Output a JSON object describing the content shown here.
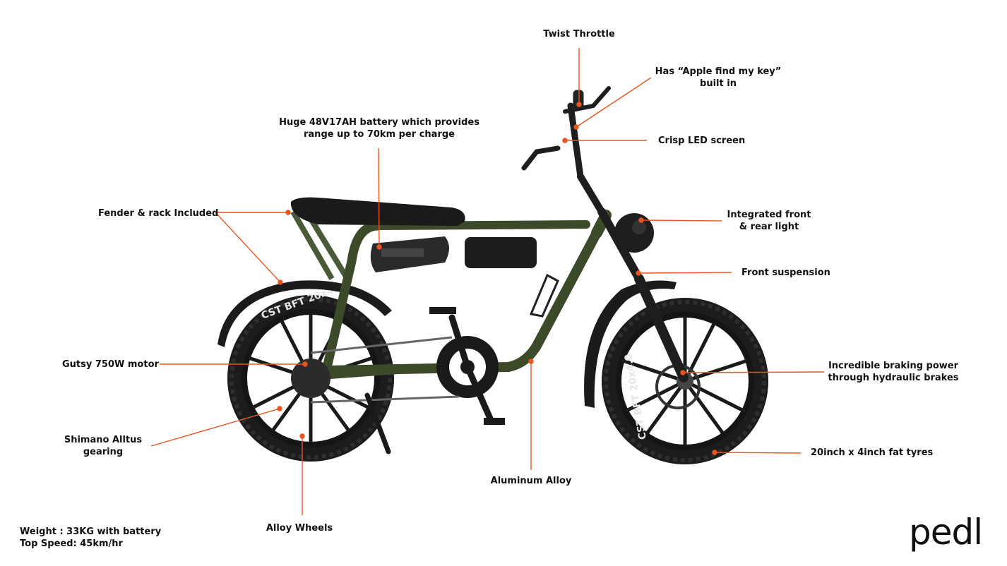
{
  "callouts": {
    "twist_throttle": "Twist Throttle",
    "apple_find_1": "Has “Apple find my key”",
    "apple_find_2": "built in",
    "battery_1": "Huge 48V17AH battery which provides",
    "battery_2": "range up to 70km per charge",
    "led_screen": "Crisp LED screen",
    "fender_rack": "Fender & rack Included",
    "light_1": "Integrated front",
    "light_2": "& rear light",
    "front_suspension": "Front suspension",
    "motor": "Gutsy 750W motor",
    "brakes_1": "Incredible braking power",
    "brakes_2": "through hydraulic brakes",
    "gearing_1": "Shimano Alltus",
    "gearing_2": "gearing",
    "tyres": "20inch x 4inch fat tyres",
    "aluminum": "Aluminum Alloy",
    "alloy_wheels": "Alloy Wheels"
  },
  "tyre_text": "CST BFT 20x4.0",
  "specs": {
    "weight": "Weight : 33KG with battery",
    "top_speed": "Top Speed: 45km/hr"
  },
  "brand": "pedl",
  "colors": {
    "leader_line": "#e8541e",
    "frame": "#3d4a2a",
    "tyre": "#1a1a1a",
    "text": "#111111"
  }
}
